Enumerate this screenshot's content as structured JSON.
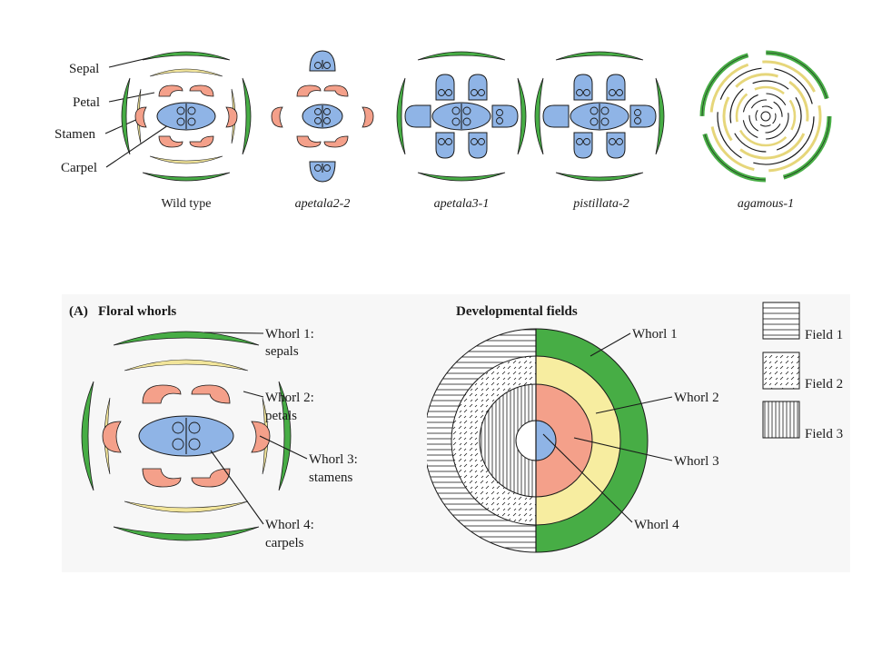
{
  "colors": {
    "sepal": "#47ad45",
    "petal": "#f4a08a",
    "petal_strip": "#f2e59a",
    "carpel": "#8fb4e6",
    "background_panel": "#f7f7f7"
  },
  "top": {
    "labels": [
      "Sepal",
      "Petal",
      "Stamen",
      "Carpel"
    ],
    "captions": [
      "Wild type",
      "apetala2-2",
      "apetala3-1",
      "pistillata-2",
      "agamous-1"
    ]
  },
  "bottom": {
    "panel_label": "(A)",
    "left_title": "Floral whorls",
    "right_title": "Developmental fields",
    "whorls": [
      {
        "line1": "Whorl 1:",
        "line2": "sepals"
      },
      {
        "line1": "Whorl 2:",
        "line2": "petals"
      },
      {
        "line1": "Whorl 3:",
        "line2": "stamens"
      },
      {
        "line1": "Whorl 4:",
        "line2": "carpels"
      }
    ],
    "field_whorls": [
      "Whorl 1",
      "Whorl 2",
      "Whorl 3",
      "Whorl 4"
    ],
    "legend": [
      "Field 1",
      "Field 2",
      "Field 3"
    ]
  }
}
